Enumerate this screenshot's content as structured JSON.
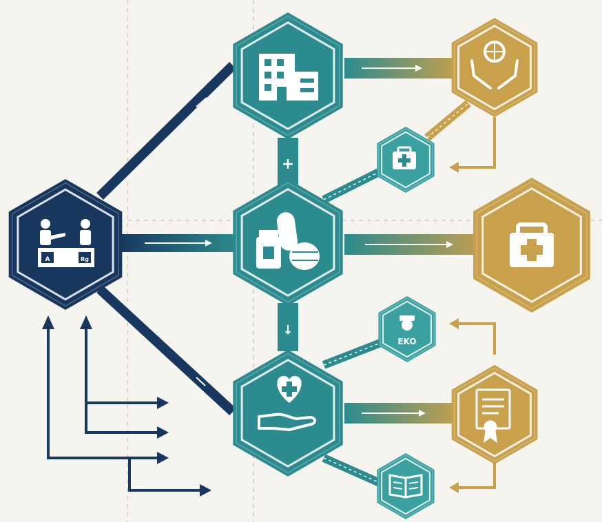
{
  "colors": {
    "background": "#f6f4ee",
    "navy": "#17375e",
    "teal": "#2c8b8e",
    "teal_light": "#3aa1a0",
    "gold": "#c9a04c",
    "gold_light": "#d8b063",
    "guide": "#cfcac0"
  },
  "nodes": [
    {
      "id": "reception",
      "role": "source",
      "icon": "reception-desk-icon",
      "icon_text_left": "A",
      "icon_text_right": "Rg"
    },
    {
      "id": "hospital",
      "role": "hub",
      "icon": "hospital-building-icon"
    },
    {
      "id": "pharmacy",
      "role": "hub",
      "icon": "medicine-bottle-icon"
    },
    {
      "id": "care",
      "role": "hub",
      "icon": "heart-hand-icon"
    },
    {
      "id": "global-care",
      "role": "outcome",
      "icon": "globe-hands-icon"
    },
    {
      "id": "first-aid-large",
      "role": "outcome",
      "icon": "first-aid-kit-icon"
    },
    {
      "id": "records",
      "role": "outcome",
      "icon": "document-seal-icon"
    },
    {
      "id": "first-aid-small",
      "role": "satellite",
      "icon": "first-aid-kit-icon"
    },
    {
      "id": "doctor-id",
      "role": "satellite",
      "icon": "doctor-badge-icon",
      "icon_text": "EKO"
    },
    {
      "id": "handbook",
      "role": "satellite",
      "icon": "open-book-icon"
    }
  ],
  "connector_marks": {
    "hospital_to_pharmacy": "+",
    "pharmacy_to_care": "↓"
  }
}
